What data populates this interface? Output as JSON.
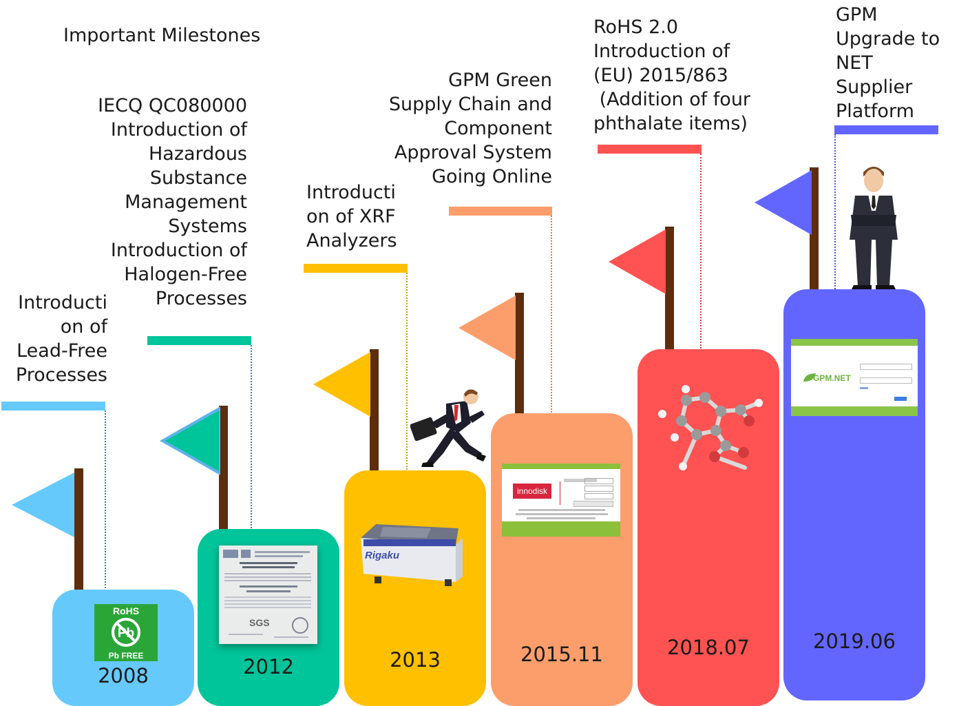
{
  "title": "Important Milestones",
  "colors": {
    "y2008": "#66c9fb",
    "y2012": "#00c49a",
    "y2013": "#ffc000",
    "y2015": "#fc9e6c",
    "y2018": "#ff5252",
    "y2019": "#6266ff",
    "pole": "#5e2d0e"
  },
  "milestones": [
    {
      "year": "2008",
      "label": [
        "Introducti",
        "on of",
        "Lead-Free",
        "Processes"
      ],
      "icon": "rohs-pb-free-badge",
      "badge": {
        "top": "RoHS",
        "bottom": "Pb FREE"
      }
    },
    {
      "year": "2012",
      "label": [
        "IECQ QC080000",
        "Introduction of",
        "Hazardous",
        "Substance",
        "Management",
        "Systems",
        "Introduction of",
        "Halogen-Free",
        "Processes"
      ],
      "icon": "certificate-document",
      "cert_marks": [
        "SGS"
      ]
    },
    {
      "year": "2013",
      "label": [
        "Introducti",
        "on of XRF",
        "Analyzers"
      ],
      "icon": "xrf-analyzer-machine",
      "brand": "Rigaku"
    },
    {
      "year": "2015.11",
      "label": [
        "GPM Green",
        "Supply Chain and",
        "Component",
        "Approval System",
        "Going Online"
      ],
      "icon": "login-screen",
      "brand": "innodisk"
    },
    {
      "year": "2018.07",
      "label": [
        "RoHS 2.0",
        "Introduction of",
        "(EU) 2015/863",
        " (Addition of four",
        "phthalate items)"
      ],
      "icon": "phthalate-molecule"
    },
    {
      "year": "2019.06",
      "label": [
        "GPM",
        "Upgrade to",
        "NET",
        "Supplier",
        "Platform"
      ],
      "icon": "gpm-net-login-screen",
      "brand": "GPM.NET"
    }
  ]
}
